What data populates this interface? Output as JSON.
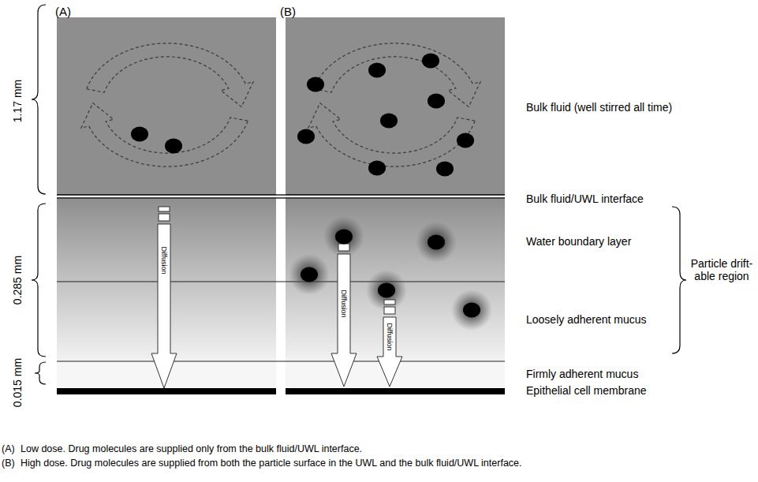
{
  "diagram": {
    "labels": [
      "(A)",
      "(B)",
      "1.17 mm",
      "0.285 mm",
      "0.015 mm",
      "Bulk fluid (well stirred all time)",
      "Bulk fluid/UWL interface",
      "Water boundary layer",
      "Loosely adherent mucus",
      "Particle drift-able region",
      "Firmly adherent mucus",
      "Epithelial cell membrane",
      "Diffusion",
      "Diffusion",
      "Diffusion",
      "(A)",
      "(B)",
      "Low dose. Drug molecules are supplied only from the bulk fluid/UWL interface.",
      "High dose. Drug molecules are supplied from both the particle surface in the UWL and the bulk fluid/UWL interface."
    ]
  }
}
